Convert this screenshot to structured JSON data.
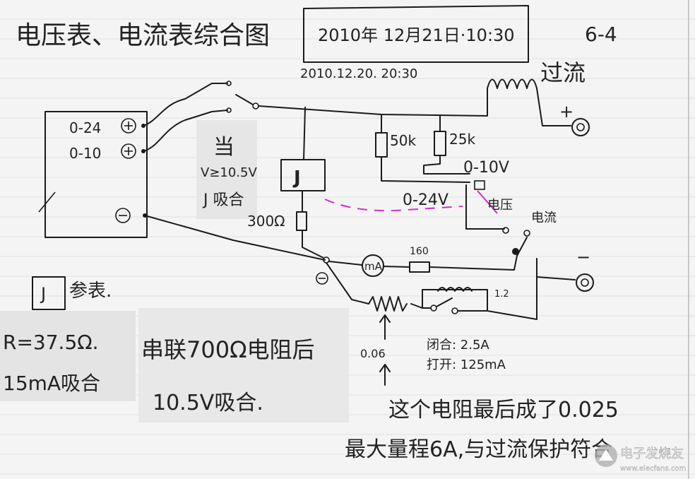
{
  "title": "电压表、电流表综合图",
  "date_box": "2010年 12月21日·10:30",
  "date_note": "2010.12.20. 20:30",
  "page_no": "6-4",
  "terminals": {
    "t24": "0-24",
    "t10": "0-10"
  },
  "condition": {
    "line1": "当",
    "line2": "V≥10.5V",
    "line3": "J 吸合"
  },
  "relay": {
    "label": "J",
    "resistor": "300Ω"
  },
  "resistors": {
    "r50k": "50k",
    "r25k": "25k"
  },
  "ranges": {
    "v10": "0-10V",
    "v24": "0-24V"
  },
  "switch_labels": {
    "voltage": "电压",
    "current": "电流"
  },
  "overcurrent": {
    "label": "过流",
    "plus": "+",
    "minus": "−"
  },
  "meter": {
    "symbol": "mA",
    "resistor": "160"
  },
  "shunt": {
    "coil_res": "1.2",
    "rheo": "0.06"
  },
  "switch_states": {
    "closed": "闭合: 2.5A",
    "open": "打开: 125mA"
  },
  "notes": {
    "relay_box": "J",
    "relay_table": "参表.",
    "r_value": "R=37.5Ω.",
    "pull_in": "15mA吸合",
    "series": "串联700Ω电阻后",
    "volt_pull_in": "10.5V吸合."
  },
  "bottom": {
    "line1": "这个电阻最后成了0.025",
    "line2": "最大量程6A,与过流保护符合"
  },
  "watermark": "电子发烧友",
  "watermark_url": "www.elecfans.com"
}
